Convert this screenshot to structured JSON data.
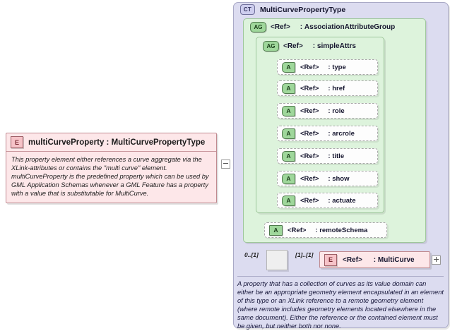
{
  "element": {
    "icon": "element-icon-E",
    "icon_label": "E",
    "title": "multiCurveProperty : MultiCurvePropertyType",
    "name": "multiCurveProperty",
    "type": "MultiCurvePropertyType",
    "documentation": "This property element either references a curve aggregate via the XLink-attributes or contains the \"multi curve\" element. multiCurveProperty is the predefined property which can be used by GML Application Schemas whenever a GML Feature has a property with a value that is substitutable for MultiCurve.",
    "expander": "minus"
  },
  "type_panel": {
    "icon_label": "CT",
    "icon": "complex-type-icon",
    "title": "MultiCurvePropertyType",
    "documentation": "A property that has a collection of curves as its value domain can either be an appropriate geometry element encapsulated in an element of this type or an XLink reference to a remote geometry element (where remote includes geometry elements located elsewhere in the same document). Either the reference or the contained element must be given, but neither both nor none."
  },
  "attribute_groups": [
    {
      "icon_label": "AG",
      "ref": "<Ref>",
      "separator": ":",
      "name": "AssociationAttributeGroup"
    },
    {
      "icon_label": "AG",
      "ref": "<Ref>",
      "separator": ":",
      "name": "simpleAttrs"
    }
  ],
  "attributes": [
    {
      "icon_label": "A",
      "ref": "<Ref>",
      "separator": ":",
      "name": "type",
      "shape": "rounded"
    },
    {
      "icon_label": "A",
      "ref": "<Ref>",
      "separator": ":",
      "name": "href",
      "shape": "rounded"
    },
    {
      "icon_label": "A",
      "ref": "<Ref>",
      "separator": ":",
      "name": "role",
      "shape": "rounded"
    },
    {
      "icon_label": "A",
      "ref": "<Ref>",
      "separator": ":",
      "name": "arcrole",
      "shape": "rounded"
    },
    {
      "icon_label": "A",
      "ref": "<Ref>",
      "separator": ":",
      "name": "title",
      "shape": "rounded"
    },
    {
      "icon_label": "A",
      "ref": "<Ref>",
      "separator": ":",
      "name": "show",
      "shape": "rounded"
    },
    {
      "icon_label": "A",
      "ref": "<Ref>",
      "separator": ":",
      "name": "actuate",
      "shape": "rounded"
    }
  ],
  "remote_schema_attribute": {
    "icon_label": "A",
    "ref": "<Ref>",
    "separator": ":",
    "name": "remoteSchema",
    "shape": "square"
  },
  "content_model": {
    "particle": "choice",
    "cardinality_left": "0..[1]",
    "cardinality_right": "[1]..[1]",
    "child_element": {
      "icon_label": "E",
      "ref": "<Ref>",
      "separator": ":",
      "name": "MultiCurve",
      "expander": "plus"
    }
  },
  "colors": {
    "element_fill": "#fde7e9",
    "element_border": "#c08a90",
    "type_panel_fill": "#dcdcf0",
    "type_panel_border": "#a9a9c6",
    "group_fill": "#ddf3dc",
    "group_border": "#9ec79b",
    "attr_icon_fill": "#9fd79b",
    "attr_row_fill": "#fdfdfd",
    "wire": "#8a8aa0"
  }
}
